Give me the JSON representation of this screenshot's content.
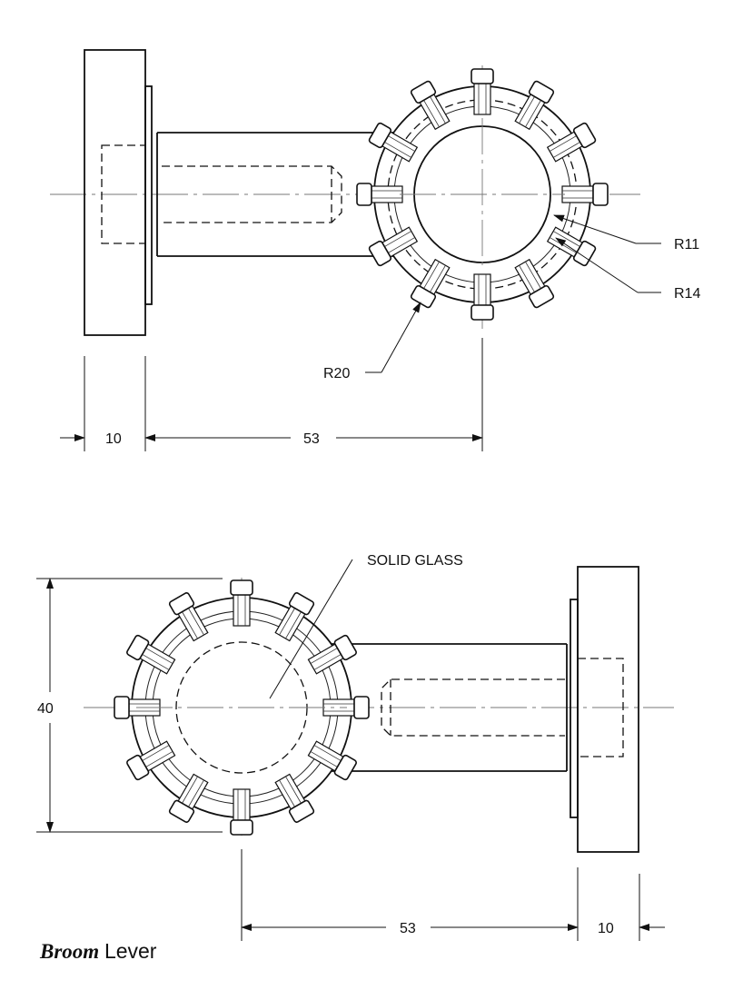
{
  "caption": {
    "bold": "Broom",
    "regular": "Lever"
  },
  "top_view": {
    "radius_labels": {
      "inner": "R11",
      "middle": "R14",
      "outer": "R20"
    },
    "dims": {
      "flange_width": "10",
      "overall_length": "53"
    }
  },
  "bottom_view": {
    "note": "SOLID GLASS",
    "dims": {
      "height": "40",
      "overall_length": "53",
      "flange_width": "10"
    }
  }
}
